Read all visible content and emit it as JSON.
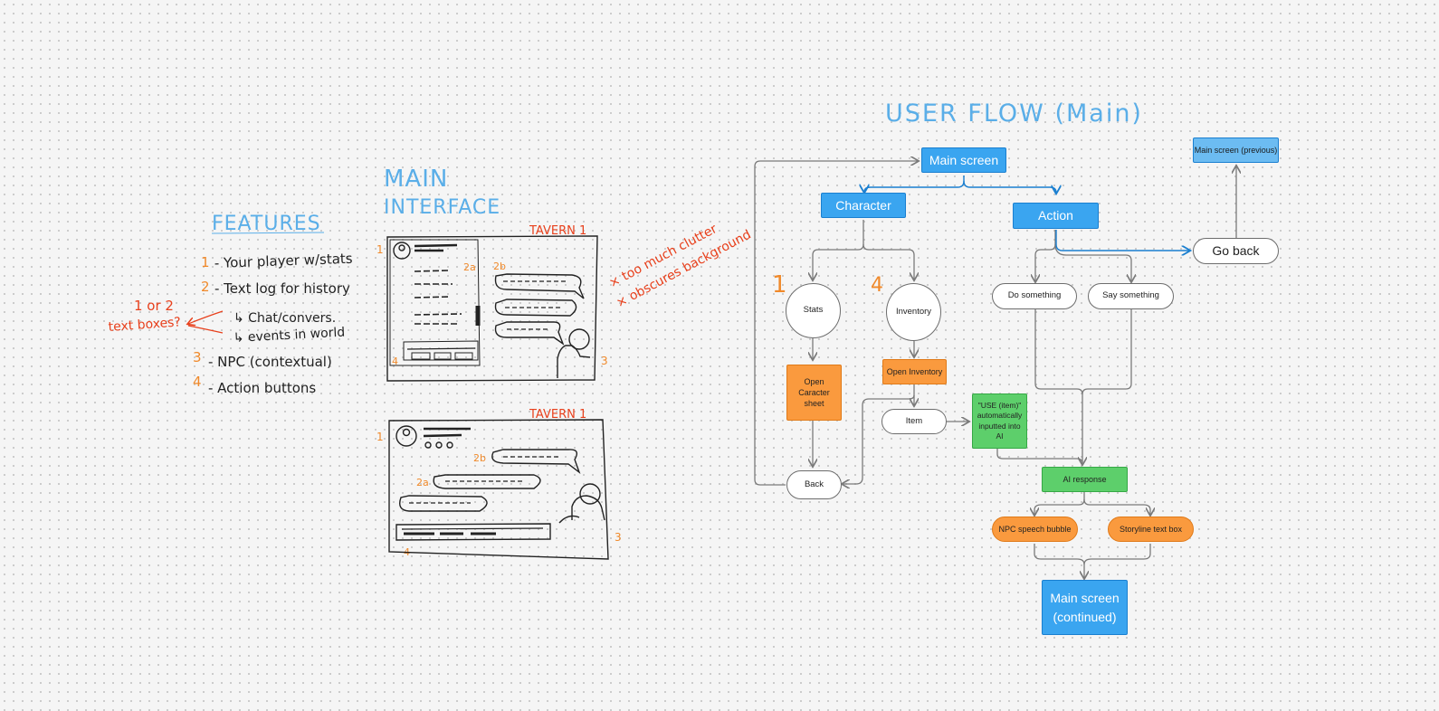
{
  "canvas": {
    "background": "#f5f5f5"
  },
  "features": {
    "title": "FEATURES",
    "items": [
      {
        "num": "1",
        "text": "- Your player w/stats"
      },
      {
        "num": "2",
        "text": "- Text log for history"
      },
      {
        "num": "",
        "text": "↳ Chat/convers."
      },
      {
        "num": "",
        "text": "↳ events in world"
      },
      {
        "num": "3",
        "text": "- NPC (contextual)"
      },
      {
        "num": "4",
        "text": "- Action buttons"
      }
    ],
    "side_note_line1": "1 or 2",
    "side_note_line2": "text boxes?"
  },
  "interface": {
    "title_line1": "MAIN",
    "title_line2": "INTERFACE",
    "sketch1_label": "TAVERN 1",
    "sketch2_label": "TAVERN 1",
    "num_1": "1",
    "num_2a": "2a",
    "num_2b": "2b",
    "num_3": "3",
    "num_4": "4",
    "critique_line1": "× too much clutter",
    "critique_line2": "× obscures background"
  },
  "flow": {
    "title": "USER FLOW (Main)",
    "main_screen": "Main screen",
    "main_screen_previous": "Main screen (previous)",
    "character": "Character",
    "action": "Action",
    "go_back": "Go back",
    "stats": "Stats",
    "inventory": "Inventory",
    "stats_num": "1",
    "inventory_num": "4",
    "open_character_sheet": "Open Caracter sheet",
    "open_inventory": "Open Inventory",
    "item": "Item",
    "use_item": "\"USE (item)\" automatically inputted into AI",
    "back": "Back",
    "do_something": "Do something",
    "say_something": "Say something",
    "ai_response": "AI response",
    "npc_speech_bubble": "NPC speech bubble",
    "storyline_text_box": "Storyline text box",
    "main_screen_continued": "Main screen (continued)"
  },
  "colors": {
    "blue_node": "#3aa5f0",
    "orange_node": "#fa9a3e",
    "green_node": "#5dcf6b",
    "connector": "#7a7a7a",
    "highlight_connector": "#1a7fd0",
    "hand_blue": "#5aaee8",
    "hand_orange": "#f0892a",
    "hand_red": "#e8401c"
  }
}
